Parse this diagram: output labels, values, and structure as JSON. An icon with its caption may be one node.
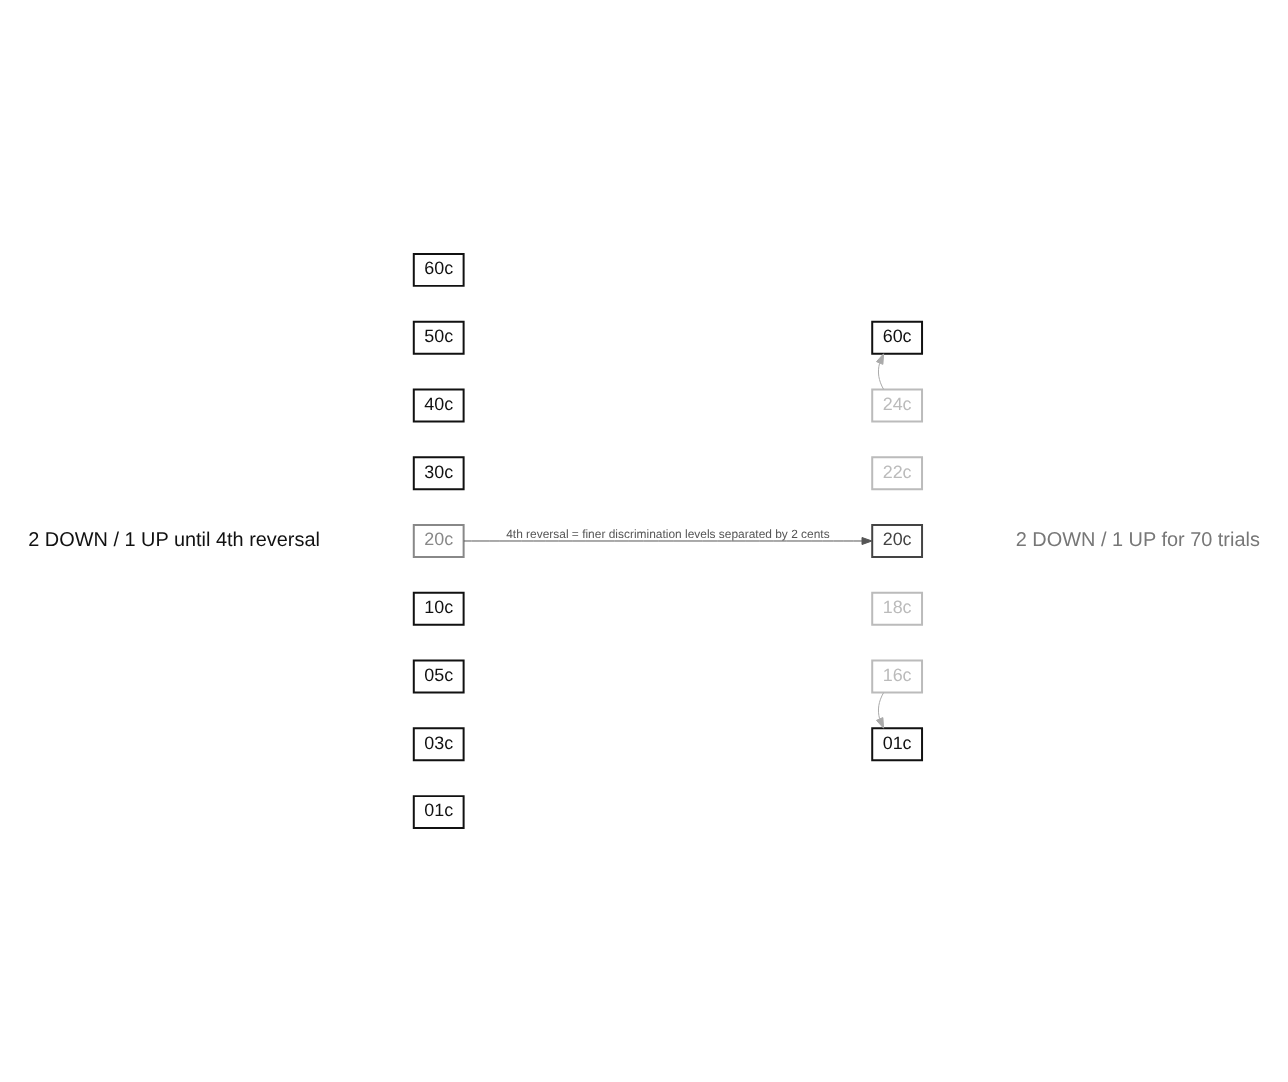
{
  "diagram": {
    "nodes": [
      {
        "text": [
          "60c"
        ]
      },
      {
        "text": [
          "50c"
        ]
      },
      {
        "text": [
          "40c"
        ]
      },
      {
        "text": [
          "30c"
        ]
      },
      {
        "text": [
          "20c"
        ]
      },
      {
        "text": [
          "10c"
        ]
      },
      {
        "text": [
          "05c"
        ]
      },
      {
        "text": [
          "03c"
        ]
      },
      {
        "text": [
          "01c"
        ]
      },
      {
        "text": [
          "60c"
        ]
      },
      {
        "text": [
          "24c"
        ]
      },
      {
        "text": [
          "22c"
        ]
      },
      {
        "text": [
          "20c"
        ]
      },
      {
        "text": [
          "18c"
        ]
      },
      {
        "text": [
          "16c"
        ]
      },
      {
        "text": [
          "01c"
        ]
      }
    ],
    "edges": [
      {
        "from": 4,
        "to": 12,
        "arrow": "to",
        "label": "4th reversal = finer discrimination levels separated by 2 cents",
        "color": "#555555"
      },
      {
        "from": 10,
        "to": 9,
        "arrow": "to"
      },
      {
        "from": 14,
        "to": 15,
        "arrow": "to"
      }
    ],
    "labels": [
      "2 DOWN / 1 UP until 4th reversal",
      "2 DOWN / 1 UP for 70 trials"
    ]
  }
}
